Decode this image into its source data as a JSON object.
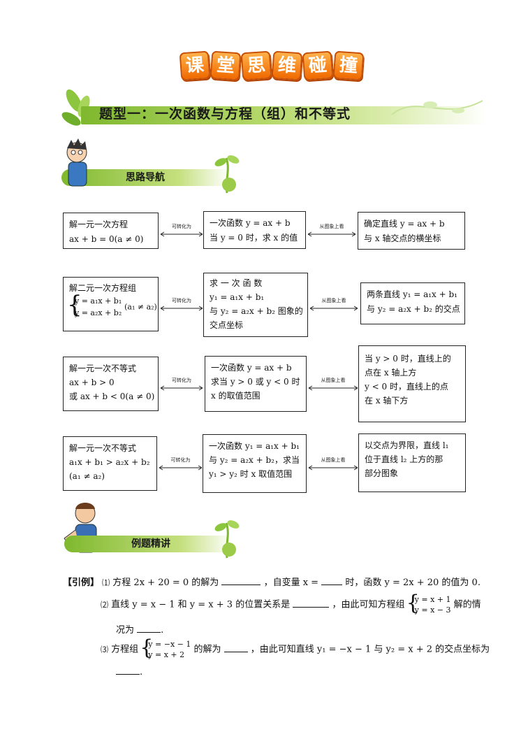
{
  "header": {
    "title_chars": [
      "课",
      "堂",
      "思",
      "维",
      "碰",
      "撞"
    ],
    "section_title": "题型一：一次函数与方程（组）和不等式",
    "nav_label": "思路导航",
    "examples_label": "例题精讲"
  },
  "flow": {
    "rows": [
      {
        "left": [
          "解一元一次方程",
          "ax + b = 0(a ≠ 0)"
        ],
        "arrow1": "可转化为",
        "mid": [
          "一次函数 y = ax + b",
          "当 y = 0 时，求 x 的值"
        ],
        "arrow2": "从图象上看",
        "right": [
          "确定直线 y = ax + b",
          "与 x 轴交点的横坐标"
        ]
      },
      {
        "left": [
          "解二元一次方程组",
          "y = a₁x + b₁",
          "y = a₂x + b₂",
          "(a₁ ≠ a₂)"
        ],
        "arrow1": "可转化为",
        "mid": [
          "求 一 次 函 数",
          "y₁ = a₁x + b₁",
          "与 y₂ = a₂x + b₂ 图象的",
          "交点坐标"
        ],
        "arrow2": "从图象上看",
        "right": [
          "两条直线 y₁ = a₁x + b₁",
          "与 y₂ = a₂x + b₂ 的交点"
        ]
      },
      {
        "left": [
          "解一元一次不等式",
          "ax + b > 0",
          "或 ax + b < 0(a ≠ 0)"
        ],
        "arrow1": "可转化为",
        "mid": [
          "一次函数 y = ax + b",
          "求当 y > 0 或 y < 0 时",
          "x 的取值范围"
        ],
        "arrow2": "从图象上看",
        "right": [
          "当 y > 0 时，直线上的",
          "点在 x 轴上方",
          "y < 0 时，直线上的点",
          "在 x 轴下方"
        ]
      },
      {
        "left": [
          "解一元一次不等式",
          "a₁x + b₁ > a₂x + b₂",
          "(a₁ ≠ a₂)"
        ],
        "arrow1": "可转化为",
        "mid": [
          "一次函数 y₁ = a₁x + b₁",
          "与 y₂ = a₂x + b₂，求当",
          "y₁ > y₂ 时 x 取值范围"
        ],
        "arrow2": "从图象上看",
        "right": [
          "以交点为界限，直线 l₁",
          "位于直线 l₂ 上方的那",
          "部分图象"
        ]
      }
    ]
  },
  "examples": {
    "tag": "【引例】",
    "q1": {
      "num": "⑴",
      "p1": "方程 2x + 20 = 0 的解为",
      "p2": "，自变量 x =",
      "p3": "时，函数 y = 2x + 20 的值为 0."
    },
    "q2": {
      "num": "⑵",
      "p1": "直线 y = x − 1 和 y = x + 3 的位置关系是",
      "p2": "，由此可知方程组",
      "sys": [
        "y = x + 1",
        "y = x − 3"
      ],
      "p3": "解的情",
      "p4": "况为",
      "end": "."
    },
    "q3": {
      "num": "⑶",
      "p1": "方程组",
      "sys": [
        "y = −x − 1",
        "y = x + 2"
      ],
      "p2": "的解为",
      "p3": "，由此可知直线 y₁ = −x − 1 与 y₂ = x + 2 的交点坐标为",
      "end": "."
    }
  },
  "colors": {
    "accent_green": "#7fb82e",
    "title_orange": "#f06a00"
  }
}
